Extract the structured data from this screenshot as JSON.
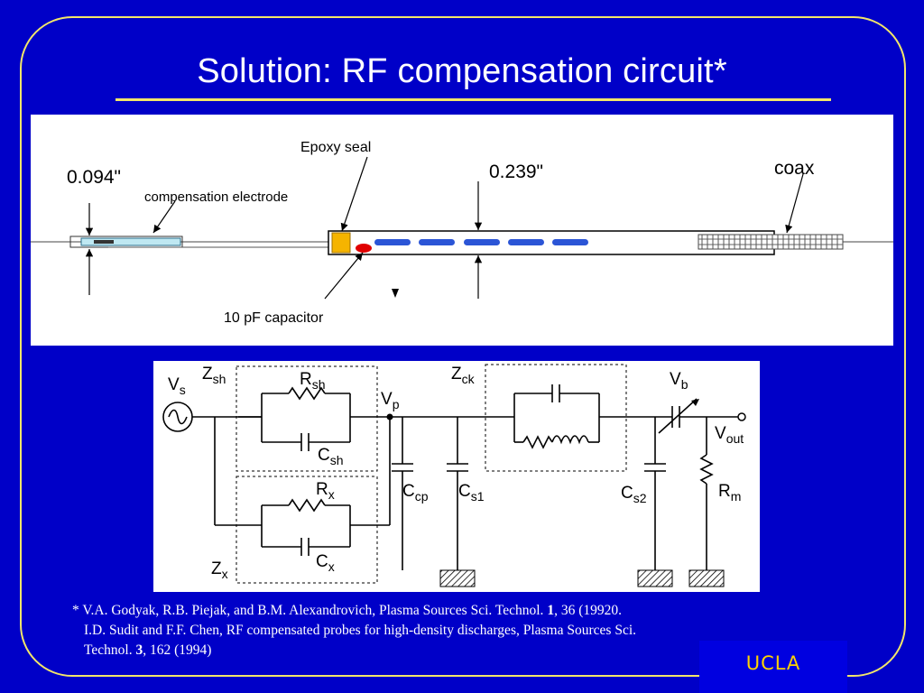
{
  "slide": {
    "title": "Solution:  RF compensation circuit*"
  },
  "probe_diagram": {
    "label_diameter_small": "0.094\"",
    "label_diameter_large": "0.239\"",
    "label_epoxy": "Epoxy seal",
    "label_electrode": "compensation electrode",
    "label_coax": "coax",
    "label_capacitor": "10 pF capacitor",
    "colors": {
      "seal": "#f5b400",
      "capacitor": "#e00000",
      "inductor": "#2b55d6"
    }
  },
  "circuit": {
    "vs_main": "V",
    "vs_sub": "s",
    "zsh_main": "Z",
    "zsh_sub": "sh",
    "rsh_main": "R",
    "rsh_sub": "sh",
    "csh_main": "C",
    "csh_sub": "sh",
    "vp_main": "V",
    "vp_sub": "p",
    "zck_main": "Z",
    "zck_sub": "ck",
    "vb_main": "V",
    "vb_sub": "b",
    "vout_main": "V",
    "vout_sub": "out",
    "rx_main": "R",
    "rx_sub": "x",
    "cx_main": "C",
    "cx_sub": "x",
    "zx_main": "Z",
    "zx_sub": "x",
    "ccp_main": "C",
    "ccp_sub": "cp",
    "cs1_main": "C",
    "cs1_sub": "s1",
    "cs2_main": "C",
    "cs2_sub": "s2",
    "rm_main": "R",
    "rm_sub": "m"
  },
  "references": {
    "ref1_before": "* V.A. Godyak, R.B. Piejak, and B.M. Alexandrovich, Plasma Sources Sci. Technol. ",
    "ref1_vol": "1",
    "ref1_after": ", 36 (19920.",
    "ref2_line1": "I.D. Sudit and F.F. Chen, RF compensated probes for high-density discharges, Plasma Sources Sci.",
    "ref2_before": "Technol. ",
    "ref2_vol": "3",
    "ref2_after": ", 162 (1994)"
  },
  "footer": {
    "logo": "UCLA"
  },
  "theme": {
    "background": "#0000c8",
    "accent": "#f2e66a",
    "logo_color": "#ffd200"
  }
}
